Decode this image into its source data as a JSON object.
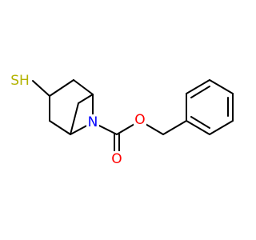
{
  "molecule": {
    "atoms": {
      "sh": {
        "label": "SH",
        "color": "#b3b300"
      },
      "n": {
        "label": "N",
        "color": "#0000ff"
      },
      "o_ester": {
        "label": "O",
        "color": "#ff0000"
      },
      "o_carbonyl": {
        "label": "O",
        "color": "#ff0000"
      }
    },
    "bond_color": "#000000"
  }
}
